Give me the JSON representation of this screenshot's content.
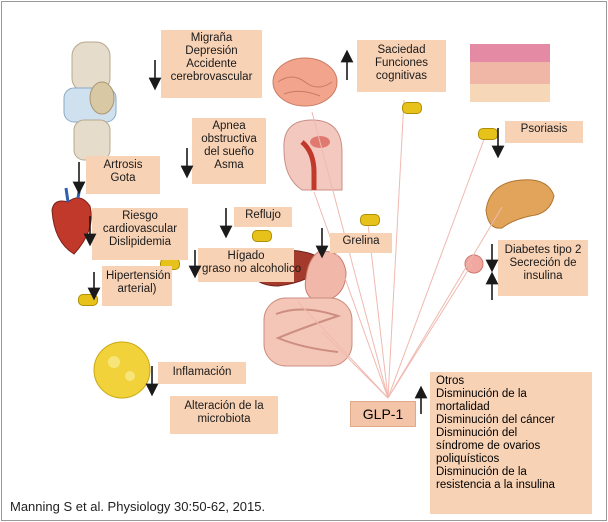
{
  "colors": {
    "box_fill": "#f8d2b5",
    "glp_fill": "#f4c4a8",
    "ray": "#f0b9b0",
    "arrow": "#1a1a1a"
  },
  "labels": {
    "migrana": [
      "Migraña",
      "Depresión",
      "Accidente",
      "cerebrovascular"
    ],
    "saciedad": [
      "Saciedad",
      "Funciones",
      "cognitivas"
    ],
    "apnea": [
      "Apnea",
      "obstructiva",
      "del sueño",
      "Asma"
    ],
    "psoriasis": [
      "Psoriasis"
    ],
    "artrosis": [
      "Artrosis",
      "Gota"
    ],
    "riesgo": [
      "Riesgo",
      "cardiovascular",
      "Dislipidemia"
    ],
    "reflujo": [
      "Reflujo"
    ],
    "higado": [
      "Hígado",
      "graso no alcoholico"
    ],
    "grelina": [
      "Grelina"
    ],
    "diabetes": [
      "Diabetes tipo 2",
      "Secreción de",
      "insulina"
    ],
    "hipertension": [
      "Hipertensión",
      "arterial)"
    ],
    "inflamacion": [
      "Inflamación"
    ],
    "microbiota": [
      "Alteración de la",
      "microbiota"
    ],
    "glp": "GLP-1",
    "otros": [
      "Otros",
      "Disminución de la",
      "mortalidad",
      "Disminución del cáncer",
      "Disminución del",
      "síndrome de ovarios",
      "poliquísticos",
      "Disminución de la",
      "resistencia a la insulina"
    ]
  },
  "illustrations": [
    "knee-joint",
    "brain",
    "skin-layers",
    "airway",
    "pancreas",
    "heart",
    "liver",
    "stomach",
    "intestines",
    "adipose-cell"
  ],
  "citation": "Manning S et al. Physiology 30:50-62, 2015."
}
